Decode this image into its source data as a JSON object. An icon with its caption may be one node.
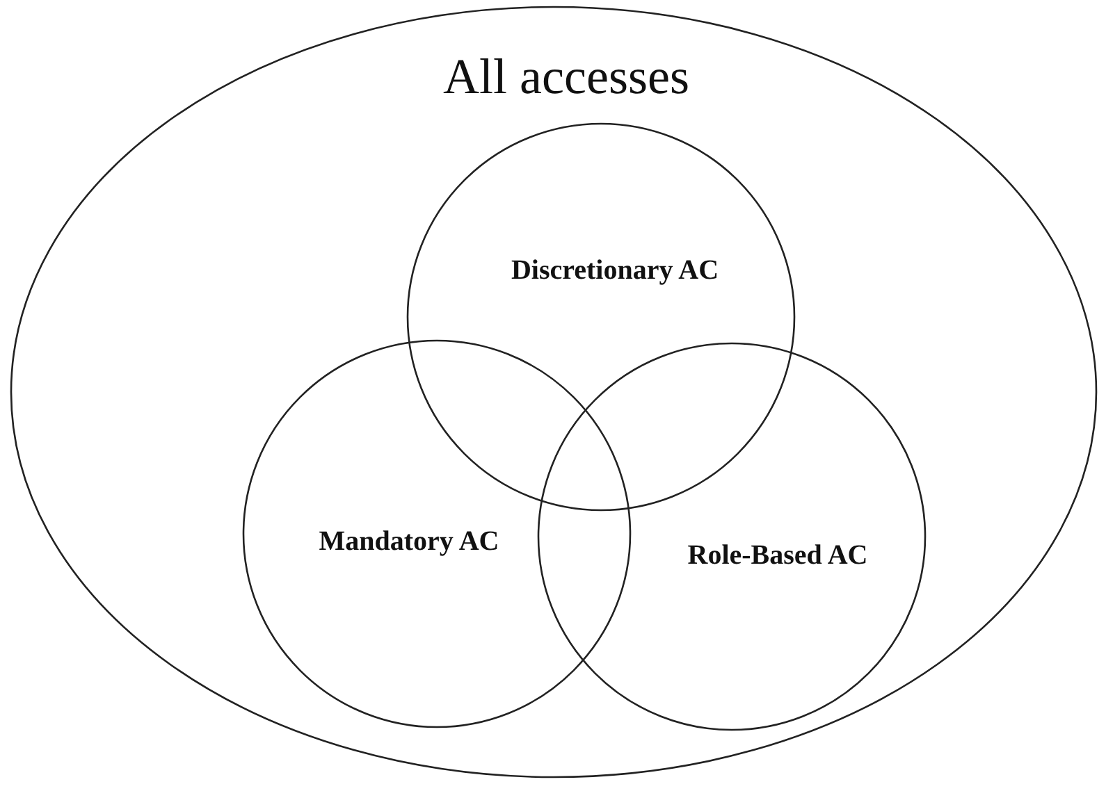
{
  "diagram": {
    "nodes": [
      {
        "text": [
          "All accesses"
        ]
      },
      {
        "text": [
          "Discretionary AC"
        ],
        "in": 0
      },
      {
        "text": [
          "Mandatory AC"
        ],
        "in": 0
      },
      {
        "text": [
          "Role-Based AC"
        ],
        "in": 0
      }
    ]
  }
}
